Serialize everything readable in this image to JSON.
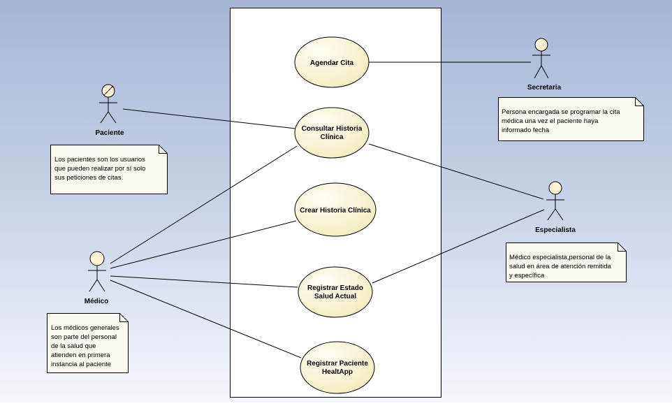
{
  "use_cases": {
    "agendar_cita": [
      "Agendar Cita"
    ],
    "consultar_historia": [
      "Consultar Historia",
      "Clínica"
    ],
    "crear_historia": [
      "Crear Historia Clínica"
    ],
    "registrar_estado": [
      "Registrar Estado",
      "Salud Actual"
    ],
    "registrar_paciente": [
      "Registrar Paciente",
      "HealtApp"
    ]
  },
  "actors": {
    "paciente": "Paciente",
    "secretaria": "Secretaria",
    "especialista": "Especialista",
    "medico": "Médico"
  },
  "notes": {
    "paciente": [
      "Los pacientes son los usuarios",
      "que pueden realizar por sí solo",
      "sus peticiones de citas."
    ],
    "secretaria": [
      "Persona encargada se programar la cita",
      "médica una vez el paciente haya",
      "informado fecha"
    ],
    "especialista": [
      "Médico especialista,personal de la",
      "salud en área de atención remitida",
      "y específica"
    ],
    "medico": [
      "Los médicos generales",
      "son parte del personal",
      "de la salud que",
      "atienden en primera",
      "instancia al paciente"
    ]
  },
  "colors": {
    "use_case_fill": "#faf5d2",
    "note_fill": "#fbf9f2",
    "background_top": "#a7b6d8",
    "line": "#000000"
  }
}
